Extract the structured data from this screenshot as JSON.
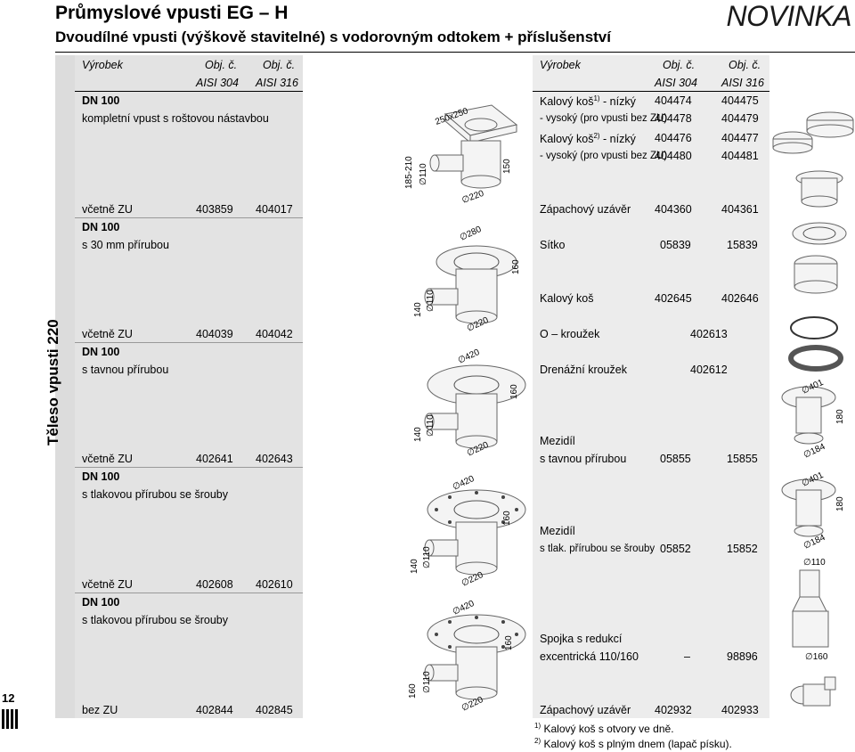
{
  "header": {
    "title": "Průmyslové vpusti EG – H",
    "subtitle": "Dvoudílné vpusti (výškově stavitelné) s vodorovným odtokem + příslušenství",
    "badge": "NOVINKA"
  },
  "side_label": "Těleso vpusti 220",
  "page_number": "12",
  "left_header": {
    "product": "Výrobek",
    "obj1": "Obj. č.",
    "obj2": "Obj. č.",
    "aisi304": "AISI 304",
    "aisi316": "AISI 316"
  },
  "right_header": {
    "product": "Výrobek",
    "obj1": "Obj. č.",
    "obj2": "Obj. č.",
    "aisi304": "AISI 304",
    "aisi316": "AISI 316"
  },
  "left_items": [
    {
      "dn": "DN 100",
      "desc": "kompletní vpust s roštovou nástavbou",
      "variant": "včetně ZU",
      "n304": "403859",
      "n316": "404017"
    },
    {
      "dn": "DN 100",
      "desc": "s 30 mm přírubou",
      "variant": "včetně ZU",
      "n304": "404039",
      "n316": "404042"
    },
    {
      "dn": "DN 100",
      "desc": "s tavnou přírubou",
      "variant": "včetně ZU",
      "n304": "402641",
      "n316": "402643"
    },
    {
      "dn": "DN 100",
      "desc": "s tlakovou přírubou se šrouby",
      "variant": "včetně ZU",
      "n304": "402608",
      "n316": "402610"
    },
    {
      "dn": "DN 100",
      "desc": "s tlakovou přírubou se šrouby",
      "variant": "bez ZU",
      "n304": "402844",
      "n316": "402845"
    }
  ],
  "right_items": [
    {
      "name": "Kalový koš",
      "sup": "1)",
      "suffix": " - nízký",
      "n304": "404474",
      "n316": "404475"
    },
    {
      "name": "- vysoký (pro vpusti bez ZU)",
      "sup": "",
      "suffix": "",
      "n304": "404478",
      "n316": "404479"
    },
    {
      "name": "Kalový koš",
      "sup": "2)",
      "suffix": " - nízký",
      "n304": "404476",
      "n316": "404477"
    },
    {
      "name": "- vysoký (pro vpusti bez ZU)",
      "sup": "",
      "suffix": "",
      "n304": "404480",
      "n316": "404481"
    },
    {
      "name": "Zápachový uzávěr",
      "sup": "",
      "suffix": "",
      "n304": "404360",
      "n316": "404361"
    },
    {
      "name": "Sítko",
      "sup": "",
      "suffix": "",
      "n304": "05839",
      "n316": "15839"
    },
    {
      "name": "Kalový koš",
      "sup": "",
      "suffix": "",
      "n304": "402645",
      "n316": "402646"
    },
    {
      "name": "O – kroužek",
      "sup": "",
      "suffix": "",
      "n304": "402613",
      "n316": ""
    },
    {
      "name": "Drenážní kroužek",
      "sup": "",
      "suffix": "",
      "n304": "402612",
      "n316": ""
    },
    {
      "name": "Mezidíl",
      "sup": "",
      "suffix": "",
      "n304": "",
      "n316": ""
    },
    {
      "name": "s tavnou přírubou",
      "sup": "",
      "suffix": "",
      "n304": "05855",
      "n316": "15855"
    },
    {
      "name": "Mezidíl",
      "sup": "",
      "suffix": "",
      "n304": "",
      "n316": ""
    },
    {
      "name": "s tlak. přírubou se šrouby",
      "sup": "",
      "suffix": "",
      "n304": "05852",
      "n316": "15852"
    },
    {
      "name": "Spojka s redukcí",
      "sup": "",
      "suffix": "",
      "n304": "",
      "n316": ""
    },
    {
      "name": "excentrická 110/160",
      "sup": "",
      "suffix": "",
      "n304": "–",
      "n316": "98896"
    },
    {
      "name": "Zápachový uzávěr",
      "sup": "",
      "suffix": "",
      "n304": "402932",
      "n316": "402933"
    }
  ],
  "footnotes": [
    {
      "mark": "1)",
      "text": "Kalový koš s otvory ve dně."
    },
    {
      "mark": "2)",
      "text": "Kalový koš s plným dnem (lapač písku)."
    }
  ],
  "dimensions": {
    "d1": [
      "250x250",
      "185-210",
      "∅110",
      "150",
      "∅220"
    ],
    "d2": [
      "∅280",
      "140",
      "∅110",
      "160",
      "∅220"
    ],
    "d3": [
      "∅420",
      "140",
      "∅110",
      "160",
      "∅220"
    ],
    "d4": [
      "∅420",
      "140",
      "∅110",
      "160",
      "∅220"
    ],
    "d5": [
      "∅420",
      "160",
      "∅110",
      "160",
      "∅220"
    ],
    "acc": [
      "∅401",
      "180",
      "∅184",
      "∅401",
      "180",
      "∅184",
      "∅110",
      "∅160"
    ]
  }
}
